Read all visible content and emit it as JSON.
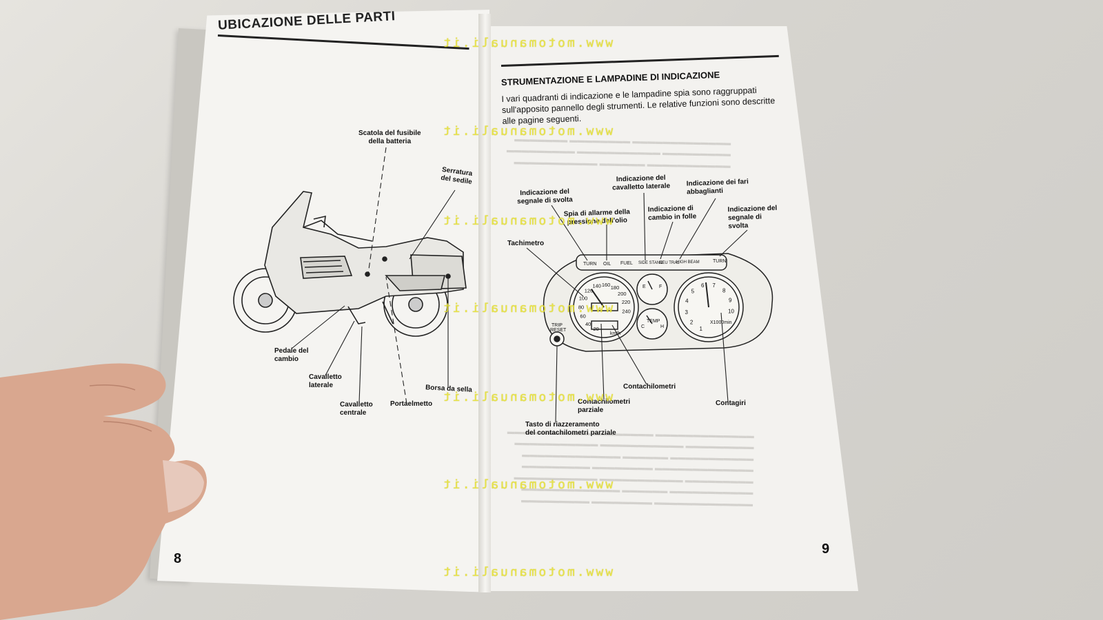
{
  "left_page": {
    "title": "UBICAZIONE DELLE PARTI",
    "page_number": "8",
    "callouts": {
      "fuse_box": "Scatola del fusibile\ndella batteria",
      "seat_lock": "Serratura\ndel sedile",
      "gear_pedal": "Pedale del\ncambio",
      "side_stand": "Cavalletto\nlaterale",
      "center_stand": "Cavalletto\ncentrale",
      "helmet_holder": "Portaelmetto",
      "saddlebag": "Borsa da sella"
    }
  },
  "right_page": {
    "section_title": "STRUMENTAZIONE E LAMPADINE DI INDICAZIONE",
    "intro_text": "I vari quadranti di indicazione e le lampadine spia sono raggruppati sull'apposito pannello degli strumenti. Le relative funzioni sono descritte alle pagine seguenti.",
    "page_number": "9",
    "callouts": {
      "turn_signal_left": "Indicazione del\nsegnale di svolta",
      "side_stand_indicator": "Indicazione del\ncavalletto laterale",
      "high_beam": "Indicazione dei fari\nabbaglianti",
      "oil_pressure": "Spia di allarme della\npressione dell'olio",
      "neutral": "Indicazione di\ncambio in folle",
      "turn_signal_right": "Indicazione del\nsegnale di\nsvolta",
      "speedometer": "Tachimetro",
      "odometer": "Contachilometri",
      "trip_meter": "Contachilometri\nparziale",
      "tachometer": "Contagiri",
      "trip_reset": "Tasto di riazzeramento\ndel contachilometri parziale"
    },
    "dash_labels": {
      "turn_l": "TURN",
      "oil": "OIL",
      "fuel": "FUEL",
      "stand": "SIDE STAND",
      "neutral": "NEU TRAL",
      "high": "HIGH BEAM",
      "turn_r": "TURN",
      "speed_unit": "km/h",
      "tach_unit": "X1000min",
      "fuel_e": "E",
      "fuel_f": "F",
      "temp": "TEMP",
      "temp_c": "C",
      "temp_h": "H",
      "trip": "TRIP",
      "reset": "RESET"
    },
    "speed_ticks": [
      "20",
      "40",
      "60",
      "80",
      "100",
      "120",
      "140",
      "160",
      "180",
      "200",
      "220",
      "240"
    ],
    "tach_ticks": [
      "1",
      "2",
      "3",
      "4",
      "5",
      "6",
      "7",
      "8",
      "9",
      "10"
    ]
  },
  "watermark": "www.motomanuali.it"
}
